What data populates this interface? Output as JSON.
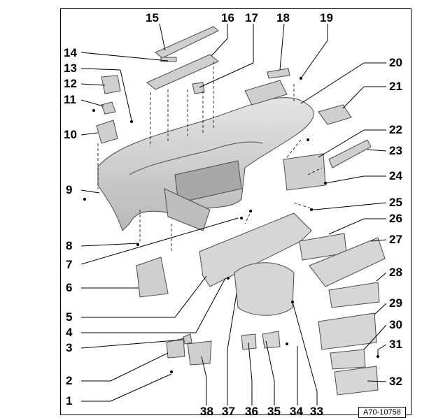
{
  "callouts": {
    "n1": "1",
    "n2": "2",
    "n3": "3",
    "n4": "4",
    "n5": "5",
    "n6": "6",
    "n7": "7",
    "n8": "8",
    "n9": "9",
    "n10": "10",
    "n11": "11",
    "n12": "12",
    "n13": "13",
    "n14": "14",
    "n15": "15",
    "n16": "16",
    "n17": "17",
    "n18": "18",
    "n19": "19",
    "n20": "20",
    "n21": "21",
    "n22": "22",
    "n23": "23",
    "n24": "24",
    "n25": "25",
    "n26": "26",
    "n27": "27",
    "n28": "28",
    "n29": "29",
    "n30": "30",
    "n31": "31",
    "n32": "32",
    "n33": "33",
    "n34": "34",
    "n35": "35",
    "n36": "36",
    "n37": "37",
    "n38": "38"
  },
  "reference_code": "A70-10758",
  "colors": {
    "part_fill": "#d2d2d2",
    "part_stroke": "#4a4a4a",
    "line": "#000000"
  }
}
